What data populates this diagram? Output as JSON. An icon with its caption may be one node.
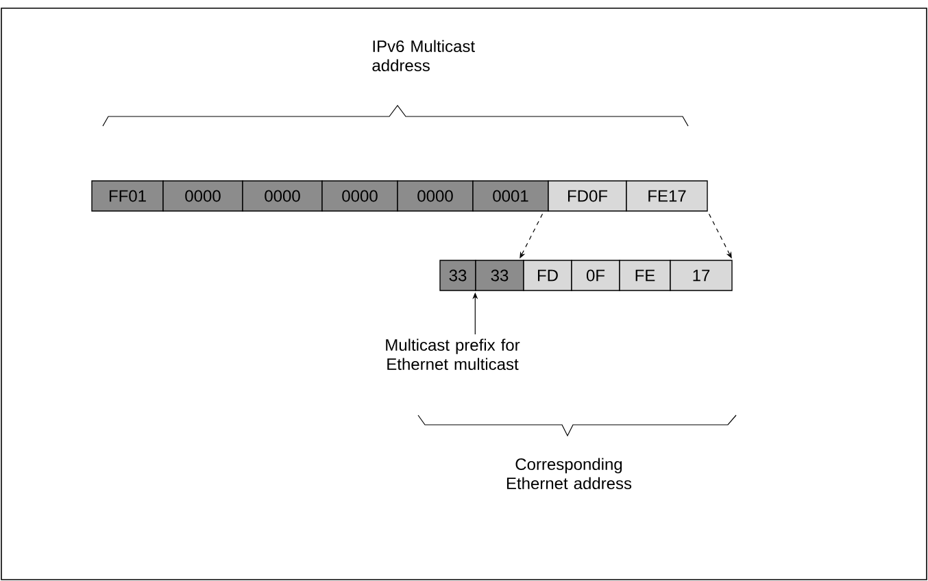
{
  "diagram": {
    "nodes": [
      {
        "text": [
          "FF01"
        ]
      },
      {
        "text": [
          "0000"
        ]
      },
      {
        "text": [
          "0000"
        ]
      },
      {
        "text": [
          "0000"
        ]
      },
      {
        "text": [
          "0000"
        ]
      },
      {
        "text": [
          "0001"
        ]
      },
      {
        "text": [
          "FD0F"
        ]
      },
      {
        "text": [
          "FE17"
        ]
      },
      {
        "text": [
          "33"
        ]
      },
      {
        "text": [
          "33"
        ]
      },
      {
        "text": [
          "FD"
        ]
      },
      {
        "text": [
          "0F"
        ]
      },
      {
        "text": [
          "FE"
        ]
      },
      {
        "text": [
          "17"
        ]
      },
      {
        "text": [
          "Multicast prefix for Ethernet multicast"
        ]
      }
    ],
    "edges": [
      {
        "from": 6,
        "to": 10,
        "arrow": "to",
        "style": "dashed"
      },
      {
        "from": 7,
        "to": 13,
        "arrow": "to",
        "style": "dashed"
      },
      {
        "from": 14,
        "to": 9,
        "arrow": "to"
      }
    ],
    "labels": [
      "IPv6 Multicast address",
      "Corresponding Ethernet address"
    ]
  }
}
